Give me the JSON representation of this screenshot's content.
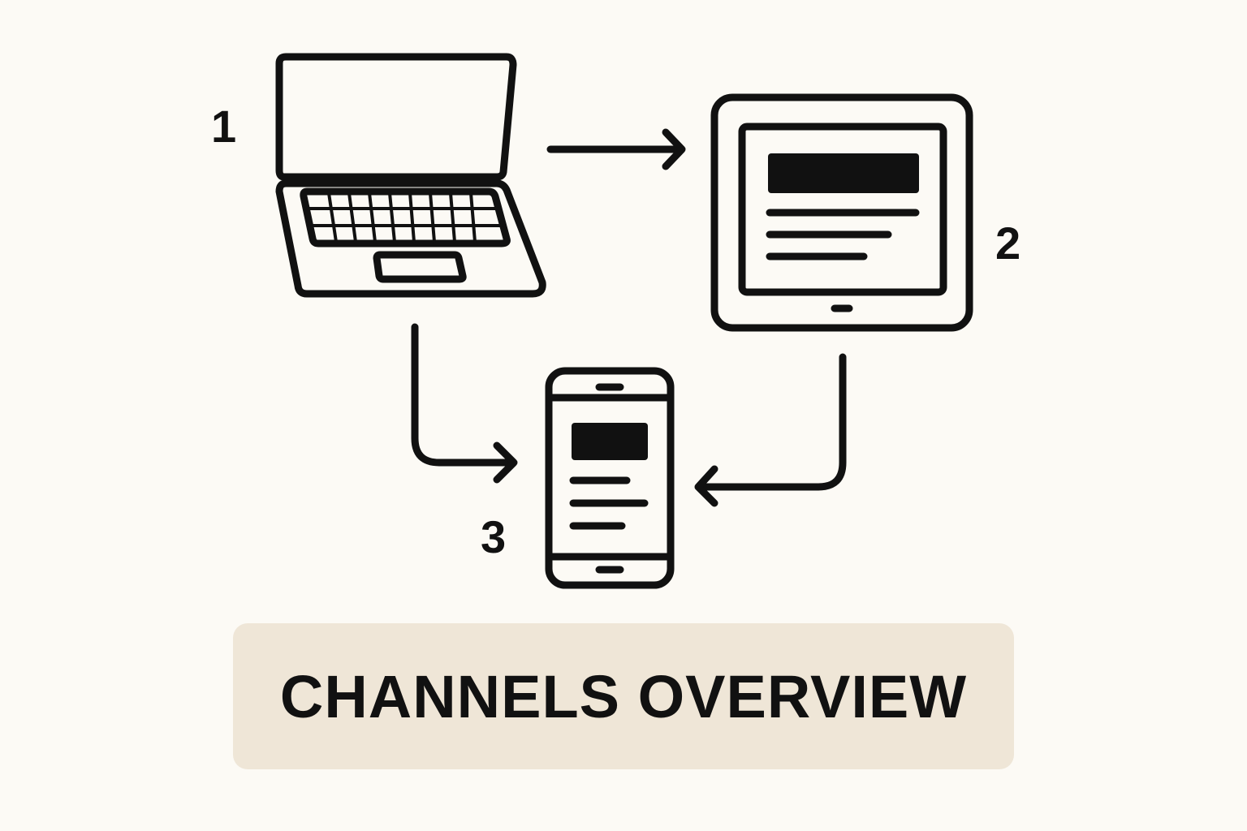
{
  "title": "CHANNELS OVERVIEW",
  "steps": {
    "laptop": "1",
    "tablet": "2",
    "phone": "3"
  },
  "icons": {
    "laptop": "laptop-icon",
    "tablet": "tablet-icon",
    "phone": "smartphone-icon"
  },
  "colors": {
    "background": "#fcfaf5",
    "stroke": "#111111",
    "title_box": "#efe6d7"
  }
}
